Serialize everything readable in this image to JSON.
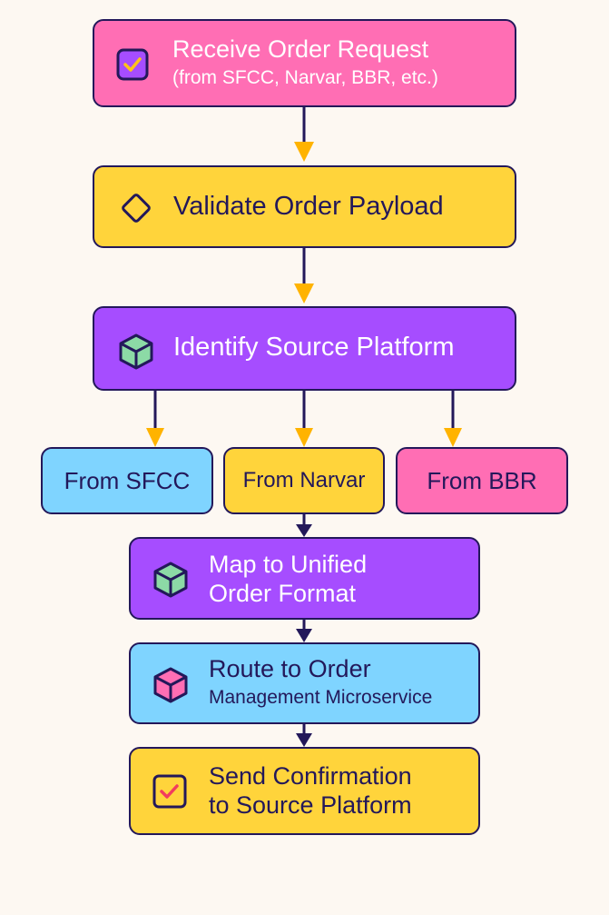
{
  "colors": {
    "background": "#fdf8f2",
    "outline": "#23185a",
    "pink": "#ff6eb4",
    "yellow": "#ffd43b",
    "purple": "#a64dff",
    "blue": "#7fd4ff",
    "green_icon": "#8cdaa6",
    "arrow_yellow": "#ffb300",
    "check_yellow": "#ffc21a",
    "check_red": "#f23c5e"
  },
  "nodes": {
    "receive": {
      "line1": "Receive Order Request",
      "line2": "(from SFCC, Narvar, BBR, etc.)",
      "icon": "checkbox-checked-icon"
    },
    "validate": {
      "label": "Validate Order Payload",
      "icon": "diamond-icon"
    },
    "identify": {
      "label": "Identify Source Platform",
      "icon": "cube-icon"
    },
    "sources": [
      {
        "label": "From SFCC"
      },
      {
        "label": "From Narvar"
      },
      {
        "label": "From BBR"
      }
    ],
    "map": {
      "line1": "Map to Unified",
      "line2": "Order Format",
      "icon": "cube-icon"
    },
    "route": {
      "line1": "Route to Order",
      "line2": "Management Microservice",
      "icon": "cube-icon"
    },
    "confirm": {
      "line1": "Send Confirmation",
      "line2": "to Source Platform",
      "icon": "checkbox-checked-icon"
    }
  }
}
